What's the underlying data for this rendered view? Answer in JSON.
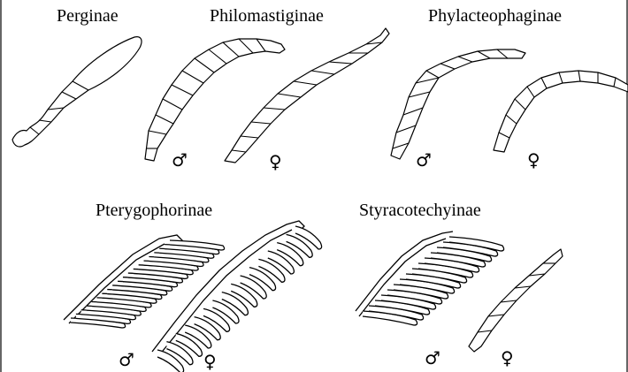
{
  "subfamilies": {
    "perginae": "Perginae",
    "philomastiginae": "Philomastiginae",
    "phylacteophaginae": "Phylacteophaginae",
    "pterygophorinae": "Pterygophorinae",
    "styracotechyinae": "Styracotechyinae"
  },
  "symbols": {
    "male": "♂",
    "female": "♀"
  }
}
